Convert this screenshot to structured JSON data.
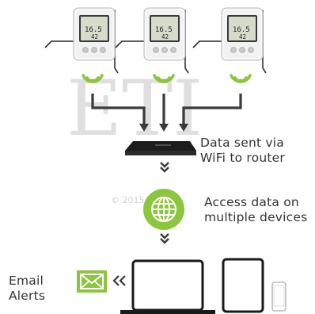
{
  "watermark": {
    "letters": "ETI",
    "copyright": "© 2015"
  },
  "loggers": [
    {
      "id": "left",
      "temperature": "16.5",
      "humidity": "42"
    },
    {
      "id": "center",
      "temperature": "16.5",
      "humidity": "42"
    },
    {
      "id": "right",
      "temperature": "16.5",
      "humidity": "42"
    }
  ],
  "router_caption": {
    "line1": "Data sent via",
    "line2": "WiFi to router"
  },
  "access_caption": {
    "line1": "Access data on",
    "line2": "multiple devices"
  },
  "email_caption": {
    "line1": "Email",
    "line2": "Alerts"
  },
  "colors": {
    "green": "#8cc63f",
    "dark_green": "#5fa52a",
    "arrow": "#3a3a3a",
    "router": "#1c1c1c",
    "device_outline": "#1a1a1a",
    "logger_body": "#f2f2f2",
    "lcd": "#d6dcc9"
  },
  "icons": [
    "wifi-signal-icon",
    "router-icon",
    "globe-icon",
    "chevron-down-icon",
    "envelope-icon",
    "chevron-left-icon",
    "laptop-icon",
    "tablet-icon",
    "phone-icon"
  ]
}
